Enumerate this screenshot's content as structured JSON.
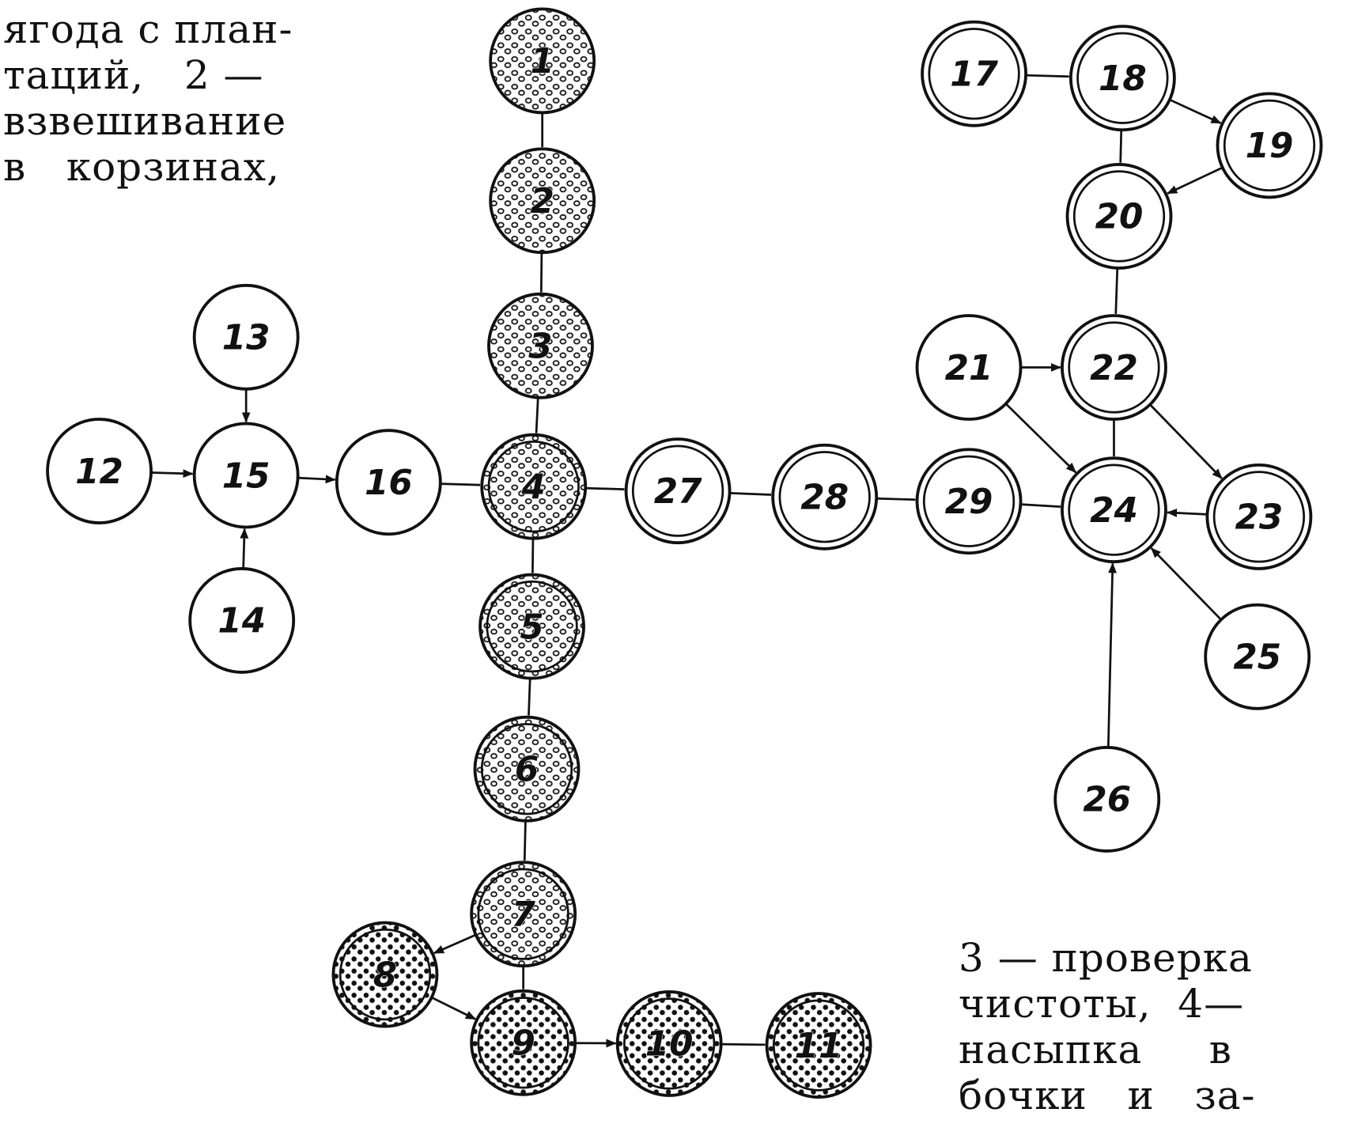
{
  "caption_top_left": [
    "ягода с план-",
    "таций,   2 —",
    "взвешивание",
    "в   корзинах,"
  ],
  "caption_bottom_right": [
    "3 — проверка",
    "чистоты,  4—",
    "насыпка     в",
    "бочки   и   за-"
  ],
  "nodes": [
    {
      "id": "1",
      "style": "dotted"
    },
    {
      "id": "2",
      "style": "dotted"
    },
    {
      "id": "3",
      "style": "dotted"
    },
    {
      "id": "4",
      "style": "dotted-double"
    },
    {
      "id": "5",
      "style": "dotted-double"
    },
    {
      "id": "6",
      "style": "dotted-double"
    },
    {
      "id": "7",
      "style": "dotted-double"
    },
    {
      "id": "8",
      "style": "dark-double"
    },
    {
      "id": "9",
      "style": "dark-double"
    },
    {
      "id": "10",
      "style": "dark-double"
    },
    {
      "id": "11",
      "style": "dark-double"
    },
    {
      "id": "12",
      "style": "plain"
    },
    {
      "id": "13",
      "style": "plain"
    },
    {
      "id": "14",
      "style": "plain"
    },
    {
      "id": "15",
      "style": "plain"
    },
    {
      "id": "16",
      "style": "plain"
    },
    {
      "id": "17",
      "style": "double"
    },
    {
      "id": "18",
      "style": "double"
    },
    {
      "id": "19",
      "style": "double"
    },
    {
      "id": "20",
      "style": "double"
    },
    {
      "id": "21",
      "style": "plain"
    },
    {
      "id": "22",
      "style": "double"
    },
    {
      "id": "23",
      "style": "double"
    },
    {
      "id": "24",
      "style": "double"
    },
    {
      "id": "25",
      "style": "plain"
    },
    {
      "id": "26",
      "style": "plain"
    },
    {
      "id": "27",
      "style": "double"
    },
    {
      "id": "28",
      "style": "double"
    },
    {
      "id": "29",
      "style": "double"
    }
  ],
  "edges": [
    [
      "1",
      "2",
      false
    ],
    [
      "2",
      "3",
      false
    ],
    [
      "3",
      "4",
      false
    ],
    [
      "4",
      "5",
      false
    ],
    [
      "5",
      "6",
      false
    ],
    [
      "6",
      "7",
      false
    ],
    [
      "7",
      "9",
      false
    ],
    [
      "7",
      "8",
      true
    ],
    [
      "8",
      "9",
      true
    ],
    [
      "9",
      "10",
      true
    ],
    [
      "10",
      "11",
      false
    ],
    [
      "12",
      "15",
      true
    ],
    [
      "13",
      "15",
      true
    ],
    [
      "14",
      "15",
      true
    ],
    [
      "15",
      "16",
      true
    ],
    [
      "16",
      "4",
      false
    ],
    [
      "4",
      "27",
      false
    ],
    [
      "27",
      "28",
      false
    ],
    [
      "28",
      "29",
      false
    ],
    [
      "29",
      "24",
      false
    ],
    [
      "17",
      "18",
      false
    ],
    [
      "18",
      "19",
      true
    ],
    [
      "19",
      "20",
      true
    ],
    [
      "18",
      "20",
      false
    ],
    [
      "20",
      "22",
      false
    ],
    [
      "21",
      "22",
      true
    ],
    [
      "21",
      "24",
      true
    ],
    [
      "22",
      "24",
      false
    ],
    [
      "22",
      "23",
      true
    ],
    [
      "23",
      "24",
      true
    ],
    [
      "25",
      "24",
      true
    ],
    [
      "26",
      "24",
      true
    ]
  ]
}
